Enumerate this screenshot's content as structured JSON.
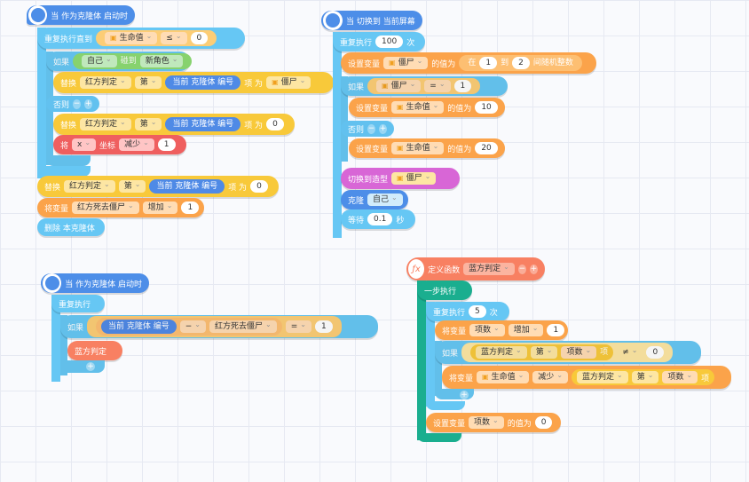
{
  "icons": {
    "hat": "user-icon",
    "switch": "screen-icon",
    "func": "fx-icon"
  },
  "s1": {
    "hat": "当 作为克隆体 启动时",
    "repeat_until": "重复执行直到",
    "lifevar": "生命值",
    "le": "≤",
    "zero": "0",
    "if": "如果",
    "self": "自己",
    "touch": "碰到",
    "newrole": "新角色",
    "replace": "替换",
    "redjudge": "红方判定",
    "di": "第",
    "cur_clone": "当前 克隆体 编号",
    "item_as": "项 为",
    "zombie": "僵尸",
    "else": "否则",
    "replace2": "替换",
    "redjudge2": "红方判定",
    "di2": "第",
    "cur_clone2": "当前 克隆体 编号",
    "item_as2": "项 为",
    "zero2": "0",
    "set_coord": "将",
    "x": "x",
    "coord": "坐标",
    "decrease": "减少",
    "one": "1",
    "replace3": "替换",
    "redjudge3": "红方判定",
    "di3": "第",
    "cur_clone3": "当前 克隆体 编号",
    "item_as3": "项 为",
    "zero3": "0",
    "setvar": "将变量",
    "redlost": "红方死去僵尸",
    "increase": "增加",
    "one2": "1",
    "delete": "删除 本克隆体"
  },
  "s2": {
    "hat": "当 切换到 当前屏幕",
    "repeat": "重复执行",
    "n100": "100",
    "times": "次",
    "setvar": "设置变量",
    "zombie": "僵尸",
    "valueis": "的值为",
    "between": "在",
    "one": "1",
    "to": "到",
    "two": "2",
    "randint": "间随机整数",
    "if": "如果",
    "zombie2": "僵尸",
    "eq": "=",
    "one2": "1",
    "setvar2": "设置变量",
    "life": "生命值",
    "valueis2": "的值为",
    "ten": "10",
    "else": "否则",
    "setvar3": "设置变量",
    "life2": "生命值",
    "valueis3": "的值为",
    "twenty": "20",
    "switch_costume": "切换到造型",
    "zombie3": "僵尸",
    "clone": "克隆",
    "self": "自己",
    "wait": "等待",
    "t01": "0.1",
    "sec": "秒"
  },
  "s3": {
    "hat": "当 作为克隆体 启动时",
    "repeat": "重复执行",
    "if": "如果",
    "cur_clone": "当前 克隆体 编号",
    "minus": "−",
    "redlost": "红方死去僵尸",
    "eq": "=",
    "one": "1",
    "call": "蓝方判定"
  },
  "s4": {
    "define": "定义函数",
    "fname": "蓝方判定",
    "onestep": "一步执行",
    "repeat": "重复执行",
    "five": "5",
    "times": "次",
    "setvar": "将变量",
    "items": "项数",
    "increase": "增加",
    "one": "1",
    "if": "如果",
    "bluejudge": "蓝方判定",
    "di": "第",
    "items2": "项数",
    "item": "项",
    "neq": "≠",
    "zero": "0",
    "setvar2": "将变量",
    "life": "生命值",
    "decrease": "减少",
    "bluejudge2": "蓝方判定",
    "di2": "第",
    "items3": "项数",
    "item2": "项",
    "setvar3": "设置变量",
    "items4": "项数",
    "valueis": "的值为",
    "zero2": "0"
  }
}
